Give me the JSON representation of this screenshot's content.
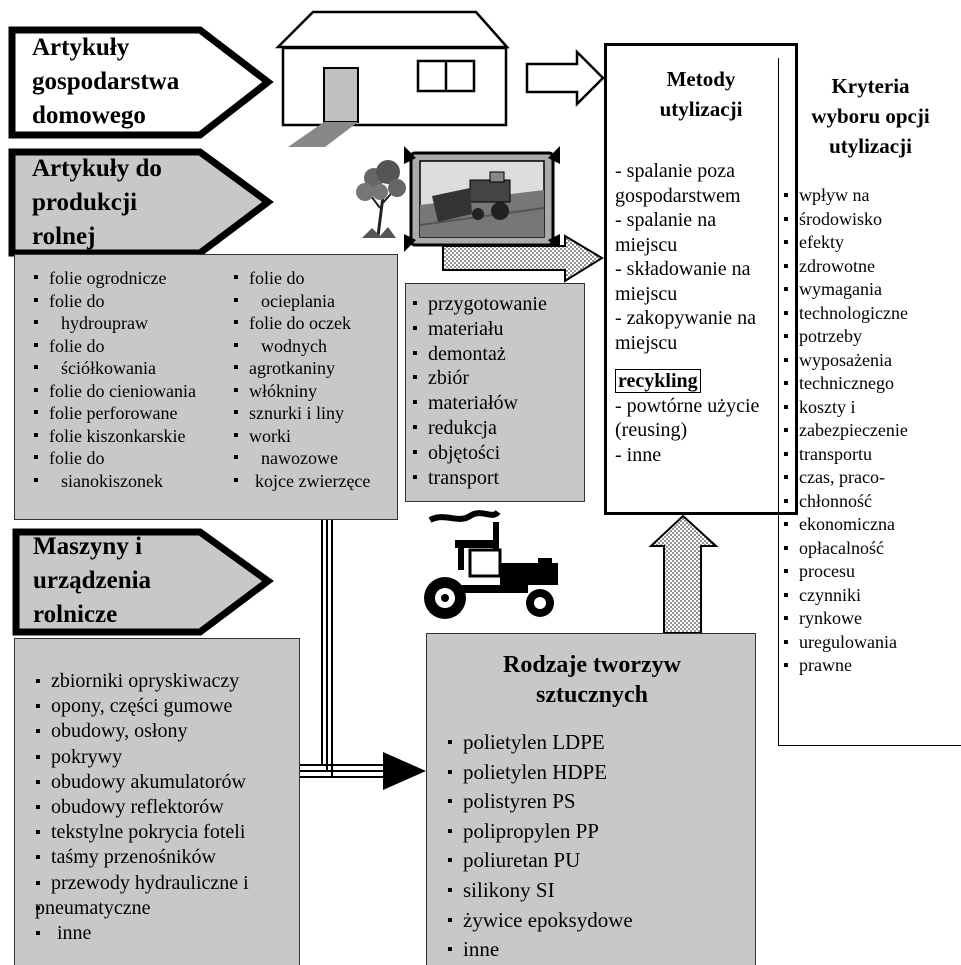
{
  "header_household": [
    "Artykuły",
    "gospodarstwa",
    "domowego"
  ],
  "header_agri": [
    "Artykuły do",
    "produkcji",
    "rolnej"
  ],
  "header_machines": [
    "Maszyny i",
    "urządzenia",
    "rolnicze"
  ],
  "agri_list_left": [
    "folie ogrodnicze",
    "folie do",
    "hydroupraw",
    "folie do",
    "ściółkowania",
    "folie do cieniowania",
    "folie perforowane",
    "folie kiszonkarskie",
    "folie do",
    "sianokiszonek"
  ],
  "agri_list_right": [
    "folie do",
    "ocieplania",
    "folie do oczek",
    "wodnych",
    "agrotkaniny",
    "włókniny",
    "sznurki i liny",
    "worki",
    "nawozowe",
    "kojce zwierzęce"
  ],
  "process_list": [
    "przygotowanie",
    "materiału",
    "demontaż",
    "zbiór",
    "materiałów",
    "redukcja",
    "objętości",
    "transport"
  ],
  "machines_list": [
    "zbiorniki opryskiwaczy",
    "opony, części gumowe",
    "obudowy, osłony",
    "pokrywy",
    "obudowy akumulatorów",
    "obudowy reflektorów",
    "tekstylne pokrycia foteli",
    "taśmy przenośników",
    "przewody hydrauliczne i",
    "pneumatyczne",
    "inne"
  ],
  "methods": {
    "title": [
      "Metody",
      "utylizacji"
    ],
    "lines": [
      "- spalanie poza",
      "gospodarstwem",
      "- spalanie na",
      "miejscu",
      "- składowanie na",
      "miejscu",
      "- zakopywanie na",
      "miejscu"
    ],
    "recycling": "recykling",
    "lines2": [
      "- powtórne użycie",
      "(reusing)",
      "- inne"
    ]
  },
  "criteria": {
    "title": [
      "Kryteria",
      "wyboru opcji",
      "utylizacji"
    ],
    "items": [
      "wpływ na",
      "środowisko",
      "efekty",
      "zdrowotne",
      "wymagania",
      "technologiczne",
      "potrzeby",
      "wyposażenia",
      "technicznego",
      "koszty i",
      "zabezpieczenie",
      "transportu",
      "czas, praco-",
      "chłonność",
      "ekonomiczna",
      "opłacalność",
      "procesu",
      "czynniki",
      "rynkowe",
      "uregulowania",
      "prawne"
    ]
  },
  "plastics": {
    "title": [
      "Rodzaje tworzyw",
      "sztucznych"
    ],
    "items": [
      "polietylen LDPE",
      "polietylen HDPE",
      "polistyren PS",
      "polipropylen PP",
      "poliuretan PU",
      "silikony SI",
      "żywice epoksydowe",
      "inne"
    ]
  }
}
